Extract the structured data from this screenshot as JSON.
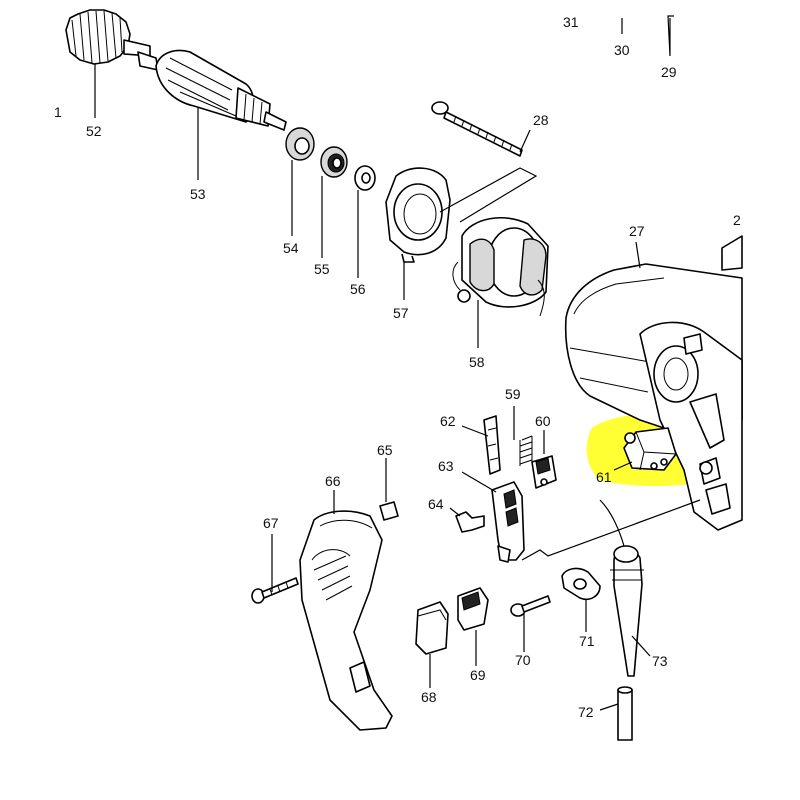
{
  "part_labels": {
    "p1": "1",
    "p2": "2",
    "p27": "27",
    "p28": "28",
    "p29": "29",
    "p30": "30",
    "p31": "31",
    "p52": "52",
    "p53": "53",
    "p54": "54",
    "p55": "55",
    "p56": "56",
    "p57": "57",
    "p58": "58",
    "p59": "59",
    "p60": "60",
    "p61": "61",
    "p62": "62",
    "p63": "63",
    "p64": "64",
    "p65": "65",
    "p66": "66",
    "p67": "67",
    "p68": "68",
    "p69": "69",
    "p70": "70",
    "p71": "71",
    "p72": "72",
    "p73": "73"
  },
  "highlight": {
    "part": "61",
    "color": "#ffff33"
  }
}
